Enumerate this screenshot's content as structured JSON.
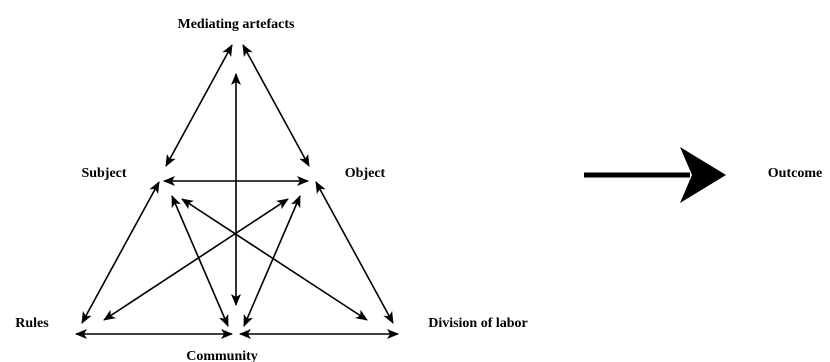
{
  "nodes": {
    "mediating_artefacts": "Mediating artefacts",
    "subject": "Subject",
    "object": "Object",
    "rules": "Rules",
    "community": "Community",
    "division_of_labor": "Division of labor",
    "outcome": "Outcome"
  },
  "colors": {
    "ink": "#000000",
    "background": "#ffffff"
  }
}
